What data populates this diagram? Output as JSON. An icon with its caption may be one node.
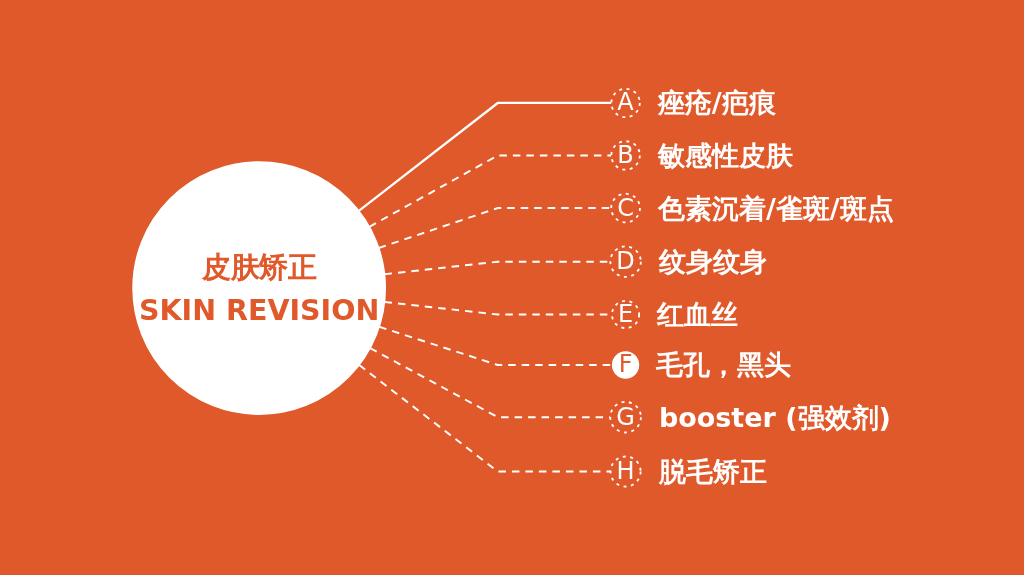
{
  "diagram": {
    "nodes": [
      {
        "text": [
          "皮肤矫正",
          "SKIN REVISION"
        ]
      },
      {
        "text": [
          "A"
        ],
        "beside": [
          "痤疮/疤痕"
        ]
      },
      {
        "text": [
          "B"
        ],
        "beside": [
          "敏感性皮肤"
        ]
      },
      {
        "text": [
          "C"
        ],
        "beside": [
          "色素沉着/雀斑/斑点"
        ]
      },
      {
        "text": [
          "D"
        ],
        "beside": [
          "纹身纹身"
        ]
      },
      {
        "text": [
          "E"
        ],
        "beside": [
          "红血丝"
        ]
      },
      {
        "text": [
          "F"
        ],
        "beside": [
          "毛孔，黑头"
        ]
      },
      {
        "text": [
          "G"
        ],
        "beside": [
          "booster (强效剂)"
        ]
      },
      {
        "text": [
          "H"
        ],
        "beside": [
          "脱毛矫正"
        ]
      }
    ],
    "edges": [
      {
        "from": 0,
        "to": 1,
        "arrow": "none"
      },
      {
        "from": 0,
        "to": 2,
        "arrow": "none",
        "style": "dashed"
      },
      {
        "from": 0,
        "to": 3,
        "arrow": "none",
        "style": "dashed"
      },
      {
        "from": 0,
        "to": 4,
        "arrow": "none",
        "style": "dashed"
      },
      {
        "from": 0,
        "to": 5,
        "arrow": "none",
        "style": "dashed"
      },
      {
        "from": 0,
        "to": 6,
        "arrow": "none",
        "style": "dashed"
      },
      {
        "from": 0,
        "to": 7,
        "arrow": "none",
        "style": "dashed"
      },
      {
        "from": 0,
        "to": 8,
        "arrow": "none",
        "style": "dashed"
      }
    ]
  }
}
